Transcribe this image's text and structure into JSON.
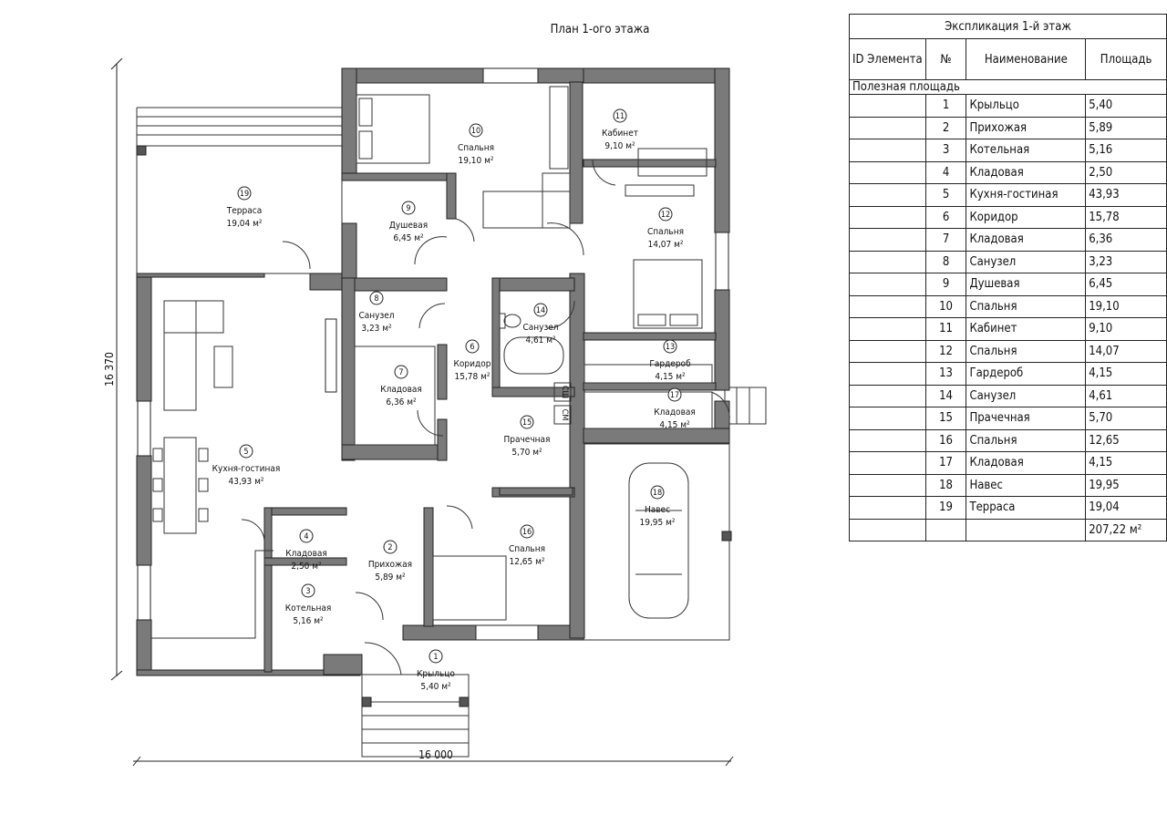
{
  "plan": {
    "title": "План 1-ого этажа",
    "dim_width": "16 000",
    "dim_height": "16 370",
    "rooms": [
      {
        "no": "1",
        "name": "Крыльцо",
        "area": "5,40 м²"
      },
      {
        "no": "2",
        "name": "Прихожая",
        "area": "5,89 м²"
      },
      {
        "no": "3",
        "name": "Котельная",
        "area": "5,16 м²"
      },
      {
        "no": "4",
        "name": "Кладовая",
        "area": "2,50 м²"
      },
      {
        "no": "5",
        "name": "Кухня-гостиная",
        "area": "43,93 м²"
      },
      {
        "no": "6",
        "name": "Коридор",
        "area": "15,78 м²"
      },
      {
        "no": "7",
        "name": "Кладовая",
        "area": "6,36 м²"
      },
      {
        "no": "8",
        "name": "Санузел",
        "area": "3,23 м²"
      },
      {
        "no": "9",
        "name": "Душевая",
        "area": "6,45 м²"
      },
      {
        "no": "10",
        "name": "Спальня",
        "area": "19,10 м²"
      },
      {
        "no": "11",
        "name": "Кабинет",
        "area": "9,10 м²"
      },
      {
        "no": "12",
        "name": "Спальня",
        "area": "14,07 м²"
      },
      {
        "no": "13",
        "name": "Гардероб",
        "area": "4,15 м²"
      },
      {
        "no": "14",
        "name": "Санузел",
        "area": "4,61 м²"
      },
      {
        "no": "15",
        "name": "Прачечная",
        "area": "5,70 м²"
      },
      {
        "no": "16",
        "name": "Спальня",
        "area": "12,65 м²"
      },
      {
        "no": "17",
        "name": "Кладовая",
        "area": "4,15 м²"
      },
      {
        "no": "18",
        "name": "Навес",
        "area": "19,95 м²"
      },
      {
        "no": "19",
        "name": "Терраса",
        "area": "19,04 м²"
      }
    ],
    "appliance_labels": {
      "washer": "СМ",
      "dryer": "СШ"
    }
  },
  "explication": {
    "title": "Экспликация 1-й этаж",
    "headers": {
      "id": "ID Элемента",
      "no": "№",
      "name": "Наименование",
      "area": "Площадь"
    },
    "group": "Полезная площадь",
    "rows": [
      {
        "no": "1",
        "name": "Крыльцо",
        "area": "5,40"
      },
      {
        "no": "2",
        "name": "Прихожая",
        "area": "5,89"
      },
      {
        "no": "3",
        "name": "Котельная",
        "area": "5,16"
      },
      {
        "no": "4",
        "name": "Кладовая",
        "area": "2,50"
      },
      {
        "no": "5",
        "name": "Кухня-гостиная",
        "area": "43,93"
      },
      {
        "no": "6",
        "name": "Коридор",
        "area": "15,78"
      },
      {
        "no": "7",
        "name": "Кладовая",
        "area": "6,36"
      },
      {
        "no": "8",
        "name": "Санузел",
        "area": "3,23"
      },
      {
        "no": "9",
        "name": "Душевая",
        "area": "6,45"
      },
      {
        "no": "10",
        "name": "Спальня",
        "area": "19,10"
      },
      {
        "no": "11",
        "name": "Кабинет",
        "area": "9,10"
      },
      {
        "no": "12",
        "name": "Спальня",
        "area": "14,07"
      },
      {
        "no": "13",
        "name": "Гардероб",
        "area": "4,15"
      },
      {
        "no": "14",
        "name": "Санузел",
        "area": "4,61"
      },
      {
        "no": "15",
        "name": "Прачечная",
        "area": "5,70"
      },
      {
        "no": "16",
        "name": "Спальня",
        "area": "12,65"
      },
      {
        "no": "17",
        "name": "Кладовая",
        "area": "4,15"
      },
      {
        "no": "18",
        "name": "Навес",
        "area": "19,95"
      },
      {
        "no": "19",
        "name": "Терраса",
        "area": "19,04"
      }
    ],
    "total": "207,22 м²"
  },
  "colors": {
    "wall": "#7a7a7a",
    "line": "#222222"
  }
}
